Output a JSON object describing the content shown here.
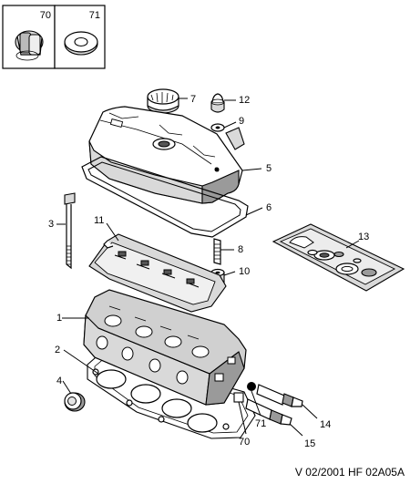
{
  "legend_boxes": [
    {
      "number": "70",
      "icon": "bush-icon"
    },
    {
      "number": "71",
      "icon": "washer-icon"
    }
  ],
  "callouts": [
    {
      "id": "1",
      "text": "1"
    },
    {
      "id": "2",
      "text": "2"
    },
    {
      "id": "3",
      "text": "3"
    },
    {
      "id": "4",
      "text": "4"
    },
    {
      "id": "5",
      "text": "5"
    },
    {
      "id": "6",
      "text": "6"
    },
    {
      "id": "7",
      "text": "7"
    },
    {
      "id": "8",
      "text": "8"
    },
    {
      "id": "9",
      "text": "9"
    },
    {
      "id": "10",
      "text": "10"
    },
    {
      "id": "11",
      "text": "11"
    },
    {
      "id": "12",
      "text": "12"
    },
    {
      "id": "13",
      "text": "13"
    },
    {
      "id": "14",
      "text": "14"
    },
    {
      "id": "15",
      "text": "15"
    },
    {
      "id": "70",
      "text": "70"
    },
    {
      "id": "71",
      "text": "71"
    }
  ],
  "reference": "V 02/2001 HF 02A05A"
}
